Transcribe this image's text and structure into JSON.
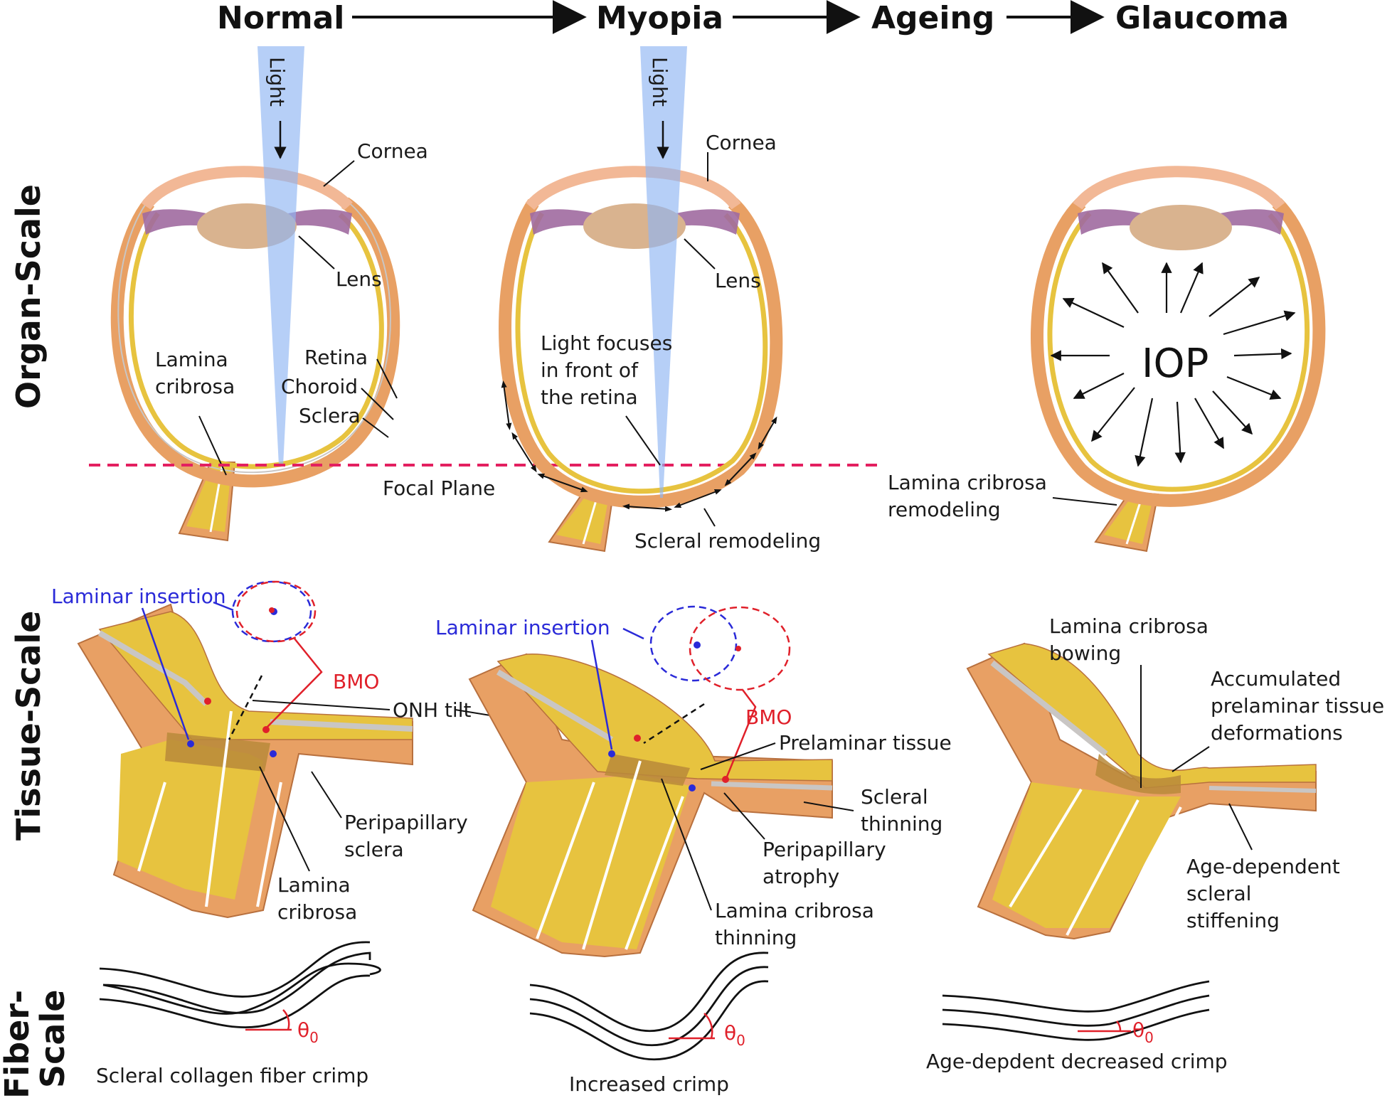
{
  "stages": [
    "Normal",
    "Myopia",
    "Ageing",
    "Glaucoma"
  ],
  "rows": {
    "organ": "Organ-Scale",
    "tissue": "Tissue-Scale",
    "fiber": "Fiber-Scale"
  },
  "colors": {
    "sclera": "#e8a064",
    "sclera_dark": "#d88a4e",
    "retina": "#e7c33f",
    "choroid": "#c9c6c4",
    "lens": "#d9b38f",
    "cornea": "#f2b896",
    "iris": "#a06aa0",
    "light": "#8fb6f2",
    "focal": "#e32060",
    "lamina": "#b88a3a",
    "blue": "#2a2ad8",
    "red": "#e0202a"
  },
  "organ": {
    "normal": {
      "light": "Light",
      "cornea": "Cornea",
      "lens": "Lens",
      "lamina": [
        "Lamina",
        "cribrosa"
      ],
      "retina": "Retina",
      "choroid": "Choroid",
      "sclera": "Sclera",
      "focal": "Focal Plane"
    },
    "myopia": {
      "light": "Light",
      "cornea": "Cornea",
      "lens": "Lens",
      "focus": [
        "Light focuses",
        "in front of",
        "the retina"
      ],
      "remodel": "Scleral remodeling"
    },
    "glaucoma": {
      "iop": "IOP",
      "lamina": [
        "Lamina cribrosa",
        "remodeling"
      ]
    }
  },
  "tissue": {
    "normal": {
      "laminar": "Laminar insertion",
      "bmo": "BMO",
      "tilt": "ONH tilt",
      "peri": [
        "Peripapillary",
        "sclera"
      ],
      "lamina": [
        "Lamina",
        "cribrosa"
      ]
    },
    "myopia": {
      "laminar": "Laminar insertion",
      "bmo": "BMO",
      "prelaminar": "Prelaminar tissue",
      "thinning": [
        "Scleral",
        "thinning"
      ],
      "atrophy": [
        "Peripapillary",
        "atrophy"
      ],
      "lc_thin": [
        "Lamina cribrosa",
        "thinning"
      ]
    },
    "glaucoma": {
      "bowing": [
        "Lamina cribrosa",
        "bowing"
      ],
      "accum": [
        "Accumulated",
        "prelaminar tissue",
        "deformations"
      ],
      "stiff": [
        "Age-dependent",
        "scleral",
        "stiffening"
      ]
    }
  },
  "fiber": {
    "theta": "θ",
    "sub": "0",
    "normal": "Scleral collagen fiber crimp",
    "myopia": "Increased crimp",
    "glaucoma": "Age-depdent decreased crimp"
  }
}
